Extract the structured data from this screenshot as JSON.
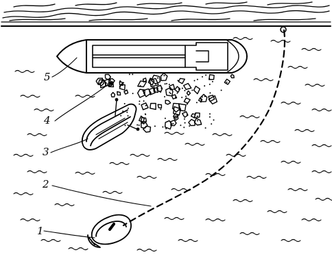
{
  "diagram": {
    "labels": [
      {
        "id": "boat",
        "text": "1"
      },
      {
        "id": "cable",
        "text": "2"
      },
      {
        "id": "workboat",
        "text": "3"
      },
      {
        "id": "rock",
        "text": "4"
      },
      {
        "id": "barge",
        "text": "5"
      }
    ],
    "colors": {
      "ink": "#000000",
      "paper": "#ffffff"
    }
  }
}
